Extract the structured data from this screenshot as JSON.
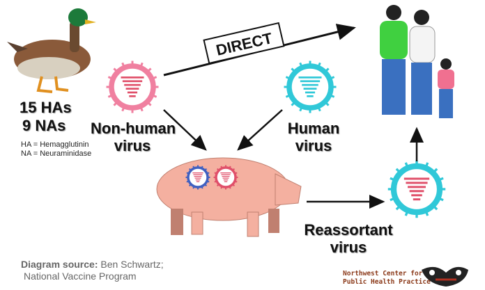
{
  "left": {
    "counts": [
      "15 HAs",
      "9 NAs"
    ],
    "legend": [
      "HA = Hemagglutinin",
      "NA = Neuraminidase"
    ]
  },
  "labels": {
    "nonhuman": [
      "Non-human",
      "virus"
    ],
    "human": [
      "Human",
      "virus"
    ],
    "reassortant": [
      "Reassortant",
      "virus"
    ],
    "direct": "DIRECT"
  },
  "source": {
    "prefix": "Diagram source:",
    "line1": " Ben Schwartz;",
    "line2": "National Vaccine Program"
  },
  "logo": {
    "line1": "Northwest Center for",
    "line2": "Public Health Practice"
  },
  "colors": {
    "nonhuman": "#e0506a",
    "human": "#30c8d8",
    "pig": "#f4b0a0",
    "arrow": "#111111"
  }
}
